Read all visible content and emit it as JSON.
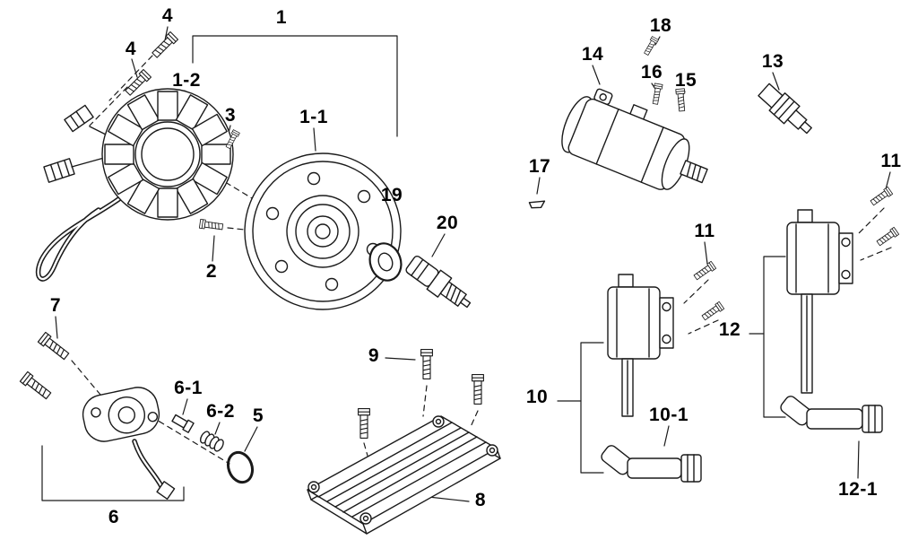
{
  "diagram": {
    "background_color": "#ffffff",
    "line_color": "#1a1a1a",
    "label_color": "#000000"
  },
  "labels": {
    "p1": "1",
    "p1_1": "1-1",
    "p1_2": "1-2",
    "p2": "2",
    "p3": "3",
    "p4a": "4",
    "p4b": "4",
    "p5": "5",
    "p6": "6",
    "p6_1": "6-1",
    "p6_2": "6-2",
    "p7": "7",
    "p8": "8",
    "p9": "9",
    "p10": "10",
    "p10_1": "10-1",
    "p11a": "11",
    "p11b": "11",
    "p12": "12",
    "p12_1": "12-1",
    "p13": "13",
    "p14": "14",
    "p15": "15",
    "p16": "16",
    "p17": "17",
    "p18": "18",
    "p19": "19",
    "p20": "20"
  }
}
